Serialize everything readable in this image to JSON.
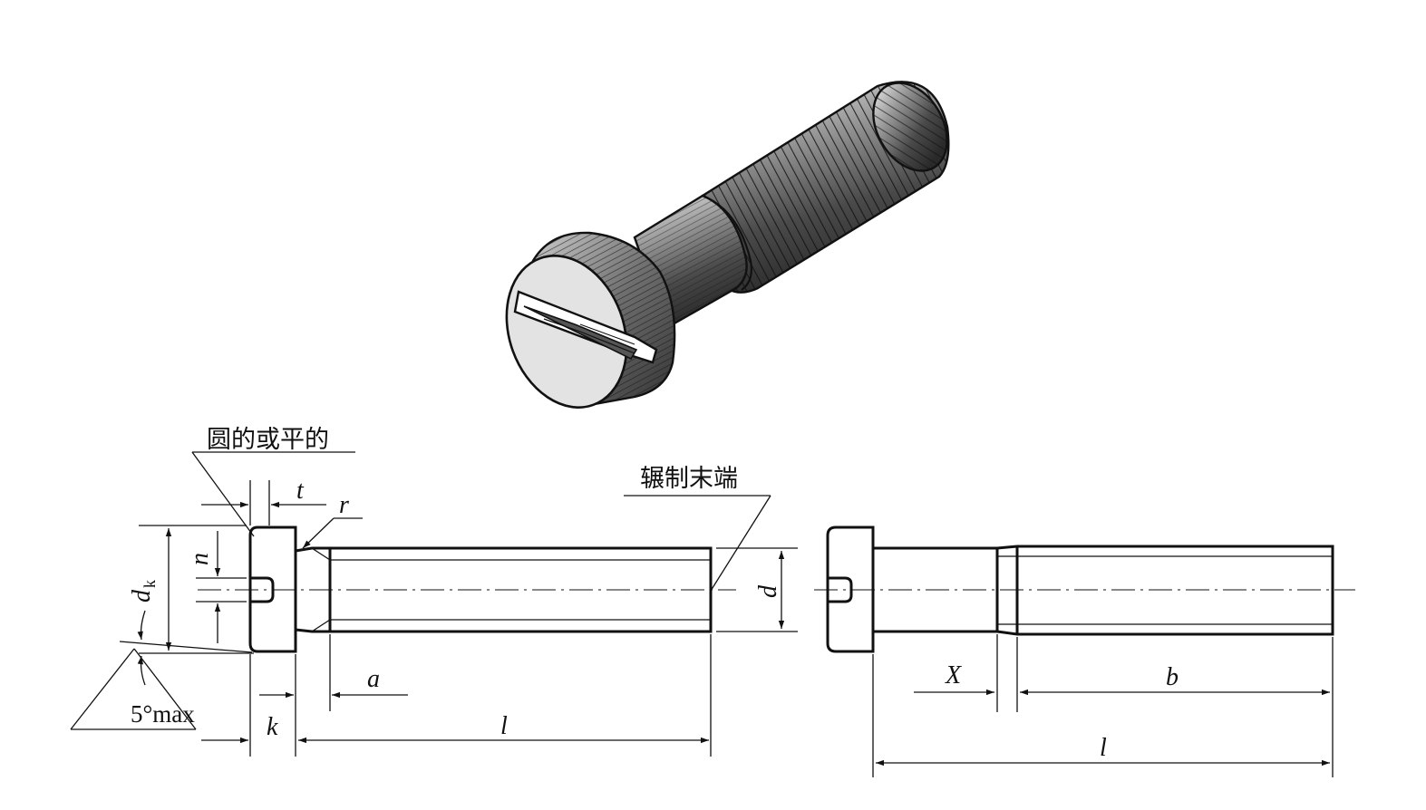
{
  "labels": {
    "rounded_or_flat": "圆的或平的",
    "rolled_end": "辗制末端",
    "t": "t",
    "r": "r",
    "n": "n",
    "dk_main": "d",
    "dk_sub": "k",
    "d": "d",
    "a": "a",
    "k": "k",
    "l_left": "l",
    "angle": "5°max",
    "X": "X",
    "b": "b",
    "l_right": "l"
  },
  "colors": {
    "line": "#111111",
    "background": "#ffffff",
    "metal_light": "#e6e6e6",
    "metal_dark": "#6a6a6a"
  }
}
